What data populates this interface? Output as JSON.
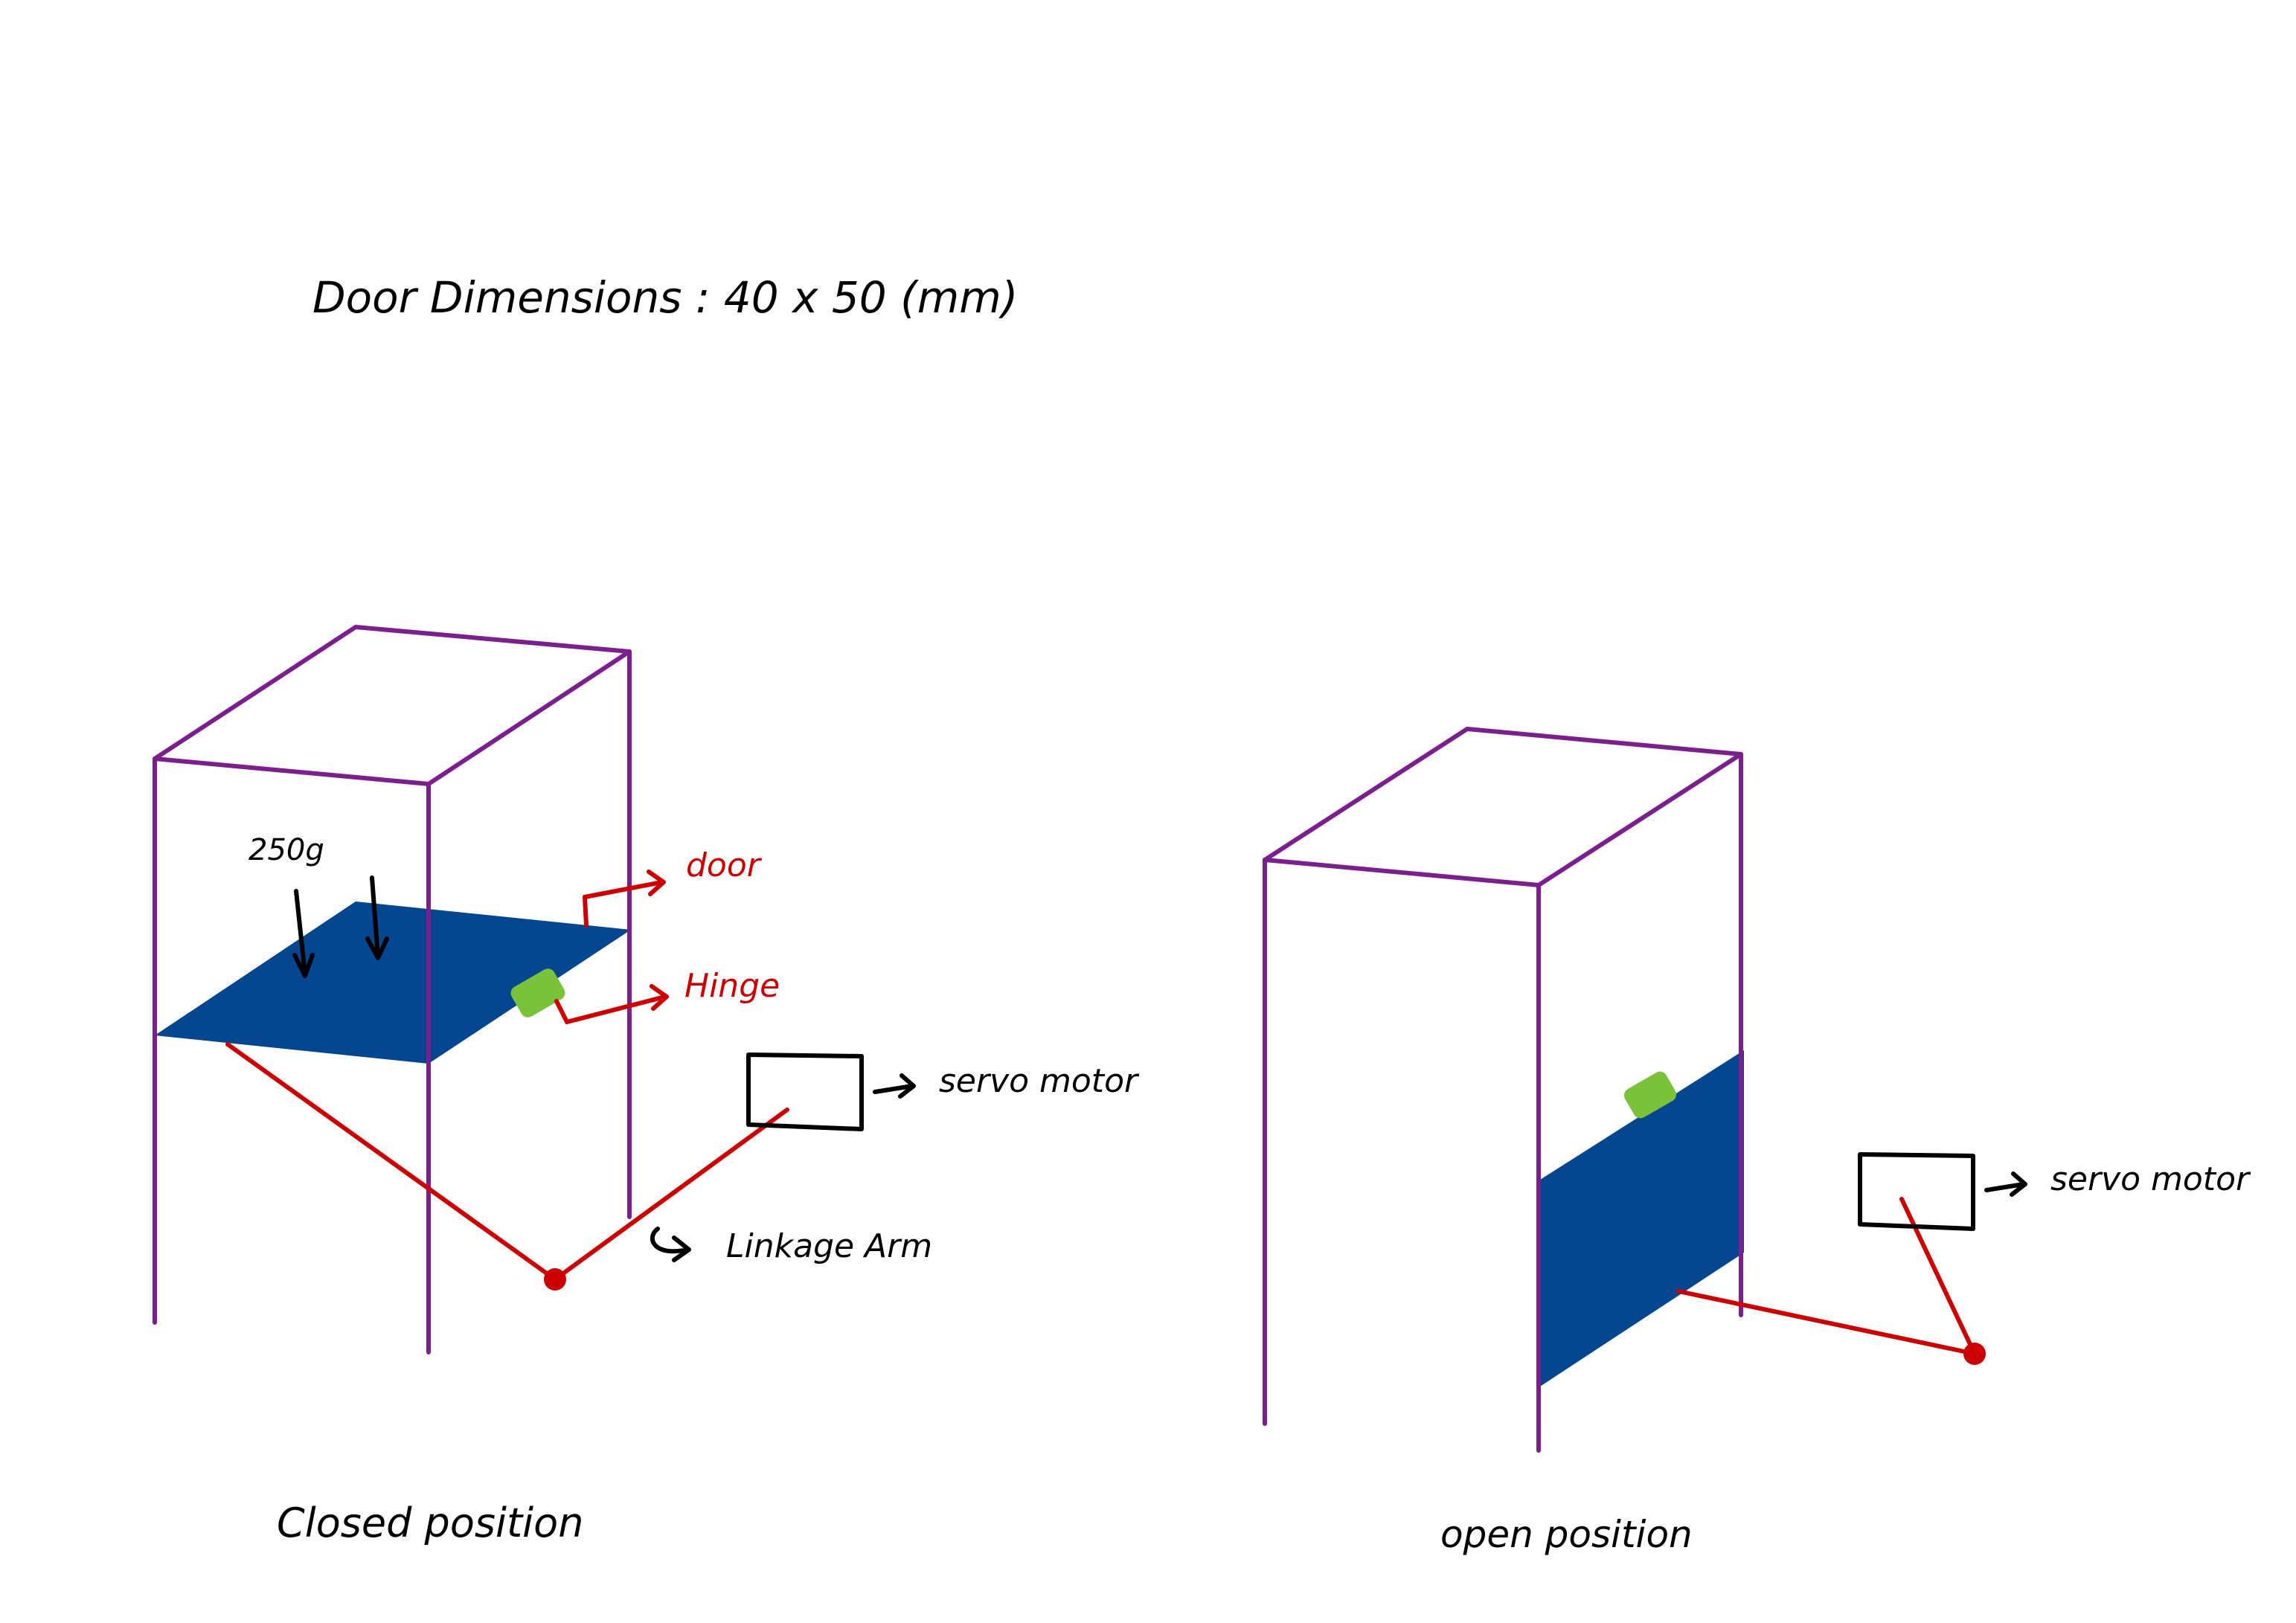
{
  "title": "Door Dimensions : 40 x 50 (mm)",
  "closed": {
    "caption": "Closed position",
    "weight_label": "250g",
    "door_label": "door",
    "hinge_label": "Hinge",
    "servo_label": "servo motor",
    "linkage_label": "Linkage Arm"
  },
  "open": {
    "caption": "open position",
    "servo_label": "servo motor"
  },
  "colors": {
    "frame": "#7b1f8f",
    "door": "#04468f",
    "hinge": "#7bc23b",
    "linkage": "#cc0000",
    "ink": "#000000"
  }
}
